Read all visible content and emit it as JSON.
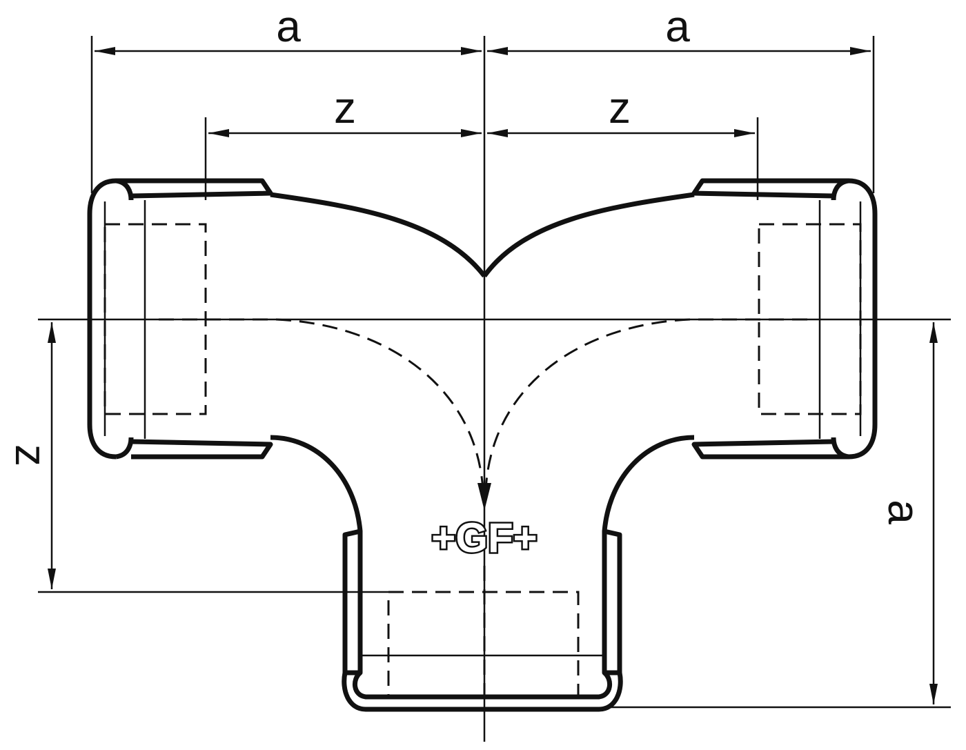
{
  "labels": {
    "top_left_a": "a",
    "top_right_a": "a",
    "top_left_z": "z",
    "top_right_z": "z",
    "left_z": "z",
    "right_a": "a"
  },
  "logo": "+GF+",
  "colors": {
    "line": "#111111",
    "background": "#ffffff"
  }
}
